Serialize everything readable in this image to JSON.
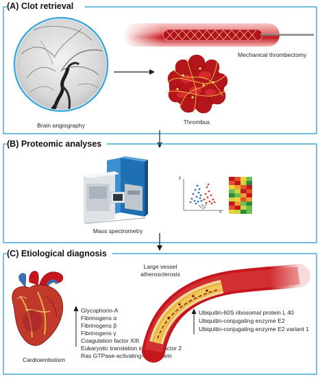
{
  "panels": {
    "a": {
      "title": "(A) Clot retrieval",
      "brain_label": "Brain angiography",
      "thrombectomy_label": "Mechanical thrombectomy",
      "thrombus_label": "Thrombus"
    },
    "b": {
      "title": "(B) Proteomic analyses",
      "mass_spec_label": "Mass spectrometry",
      "volcano_y_axis": "y",
      "volcano_x_axis": "x"
    },
    "c": {
      "title": "(C) Etiological diagnosis",
      "lva_label_line1": "Large vessel",
      "lva_label_line2": "atherosclerosis",
      "cardio_label": "Cardioembolism",
      "cardio_markers": [
        "Glycophorin-A",
        "Fibrinogens α",
        "Fibrinogens β",
        "Fibrinogens γ",
        "Coagulation factor XIII",
        "Eukaryotic translation initiation factor 2",
        "Ras GTPase-activating-like protein"
      ],
      "lva_markers": [
        "Ubiquitin-60S ribosomal protein L 40",
        "Ubiquitin-conjugating enzyme E2",
        "Ubiquitin-conjugating enzyme E2 variant 1"
      ]
    }
  },
  "colors": {
    "frame": "#3aa7d9",
    "blood_red": "#c4161c",
    "arrow": "#1a1a1a"
  }
}
